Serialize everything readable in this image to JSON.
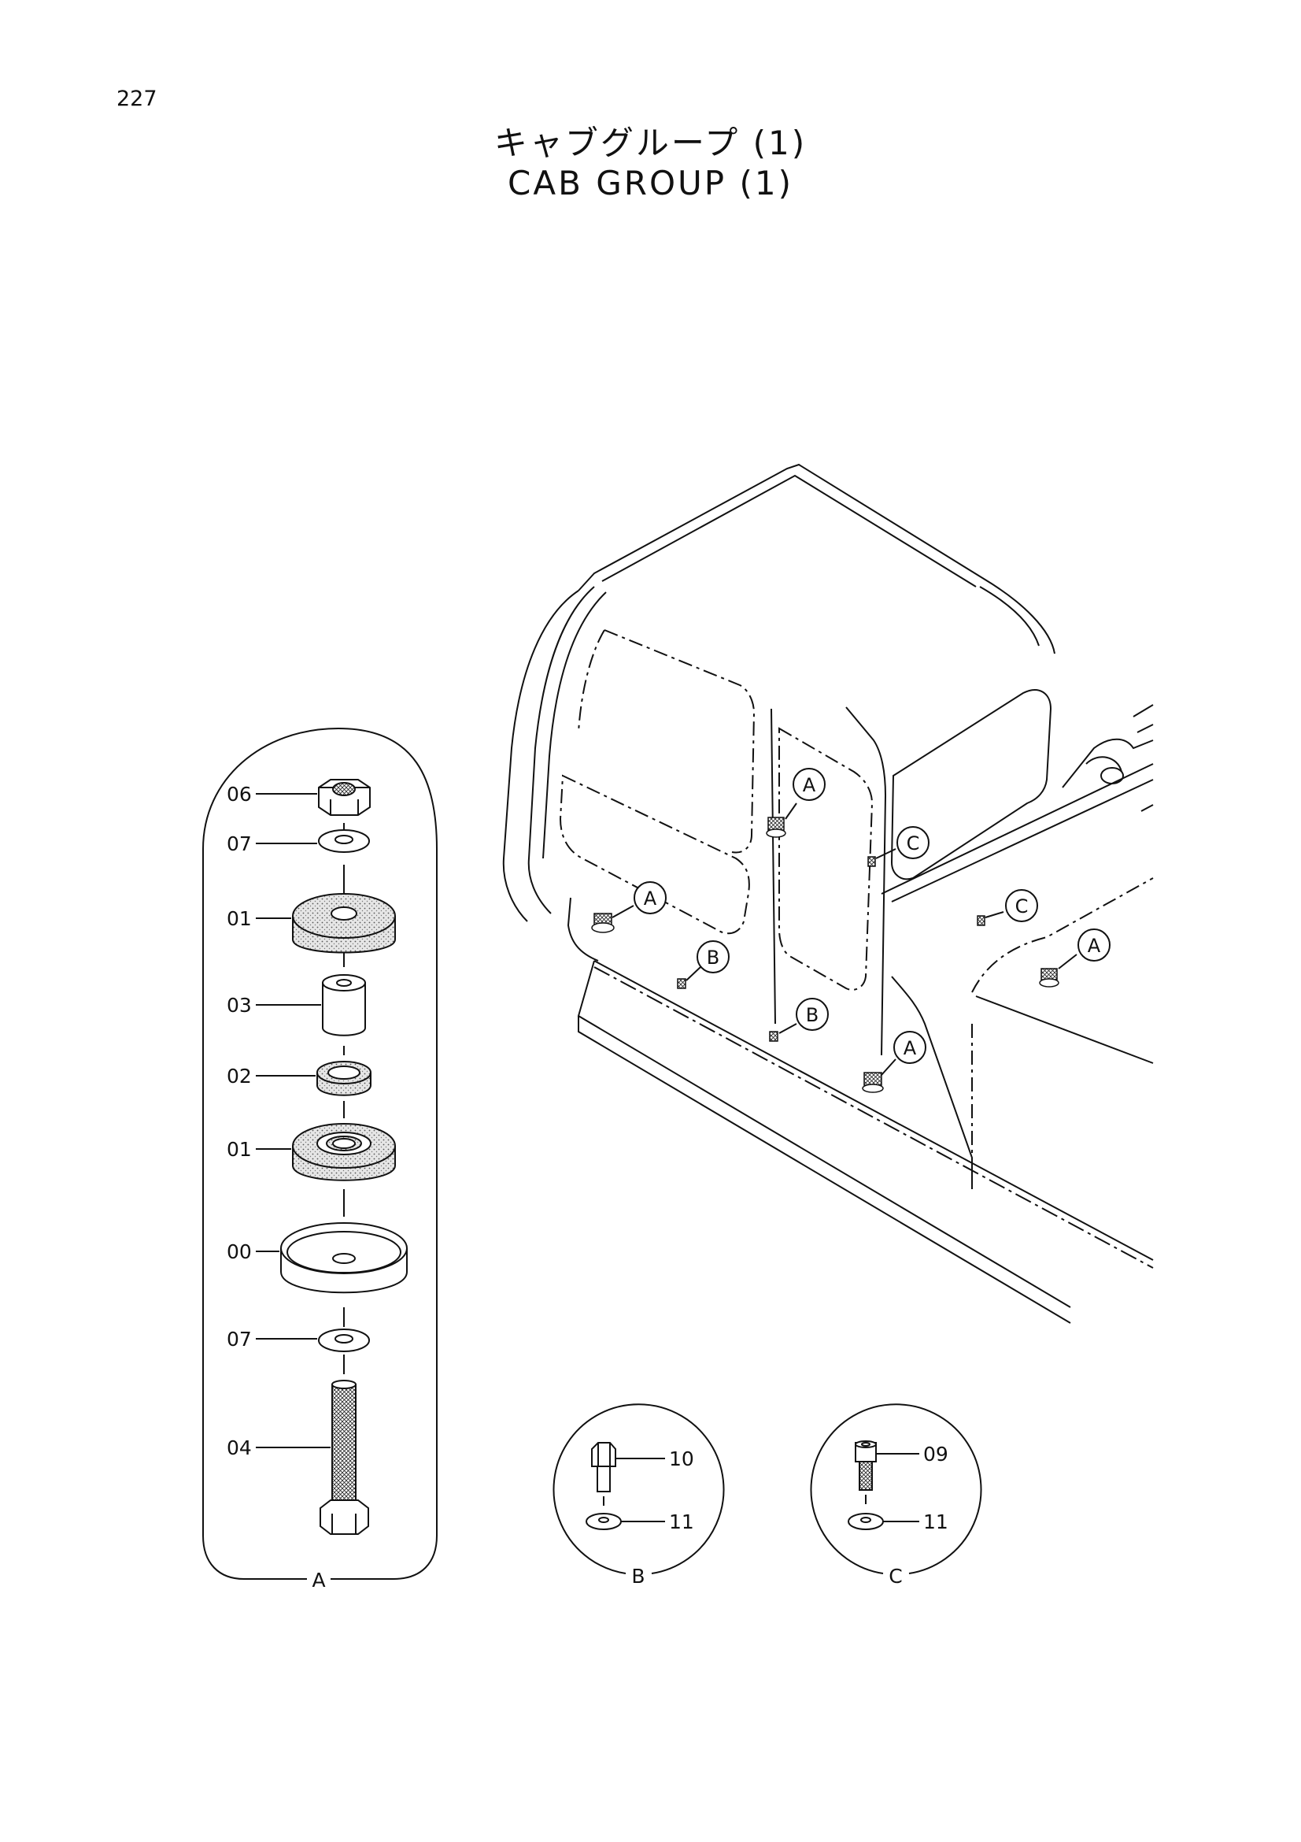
{
  "page_number": "227",
  "title_jp": "キャブグループ (1)",
  "title_en": "CAB GROUP (1)",
  "detail_a": {
    "name": "A",
    "parts": [
      {
        "no": "06",
        "name": "nut"
      },
      {
        "no": "07",
        "name": "washer"
      },
      {
        "no": "01",
        "name": "rubber cushion"
      },
      {
        "no": "03",
        "name": "collar"
      },
      {
        "no": "02",
        "name": "spacer ring"
      },
      {
        "no": "01",
        "name": "rubber cushion"
      },
      {
        "no": "00",
        "name": "cup"
      },
      {
        "no": "07",
        "name": "washer"
      },
      {
        "no": "04",
        "name": "bolt"
      }
    ]
  },
  "detail_b": {
    "name": "B",
    "parts": [
      {
        "no": "10",
        "name": "bolt"
      },
      {
        "no": "11",
        "name": "washer"
      }
    ]
  },
  "detail_c": {
    "name": "C",
    "parts": [
      {
        "no": "09",
        "name": "socket bolt"
      },
      {
        "no": "11",
        "name": "washer"
      }
    ]
  },
  "callouts": [
    "A",
    "A",
    "A",
    "A",
    "B",
    "B",
    "C",
    "C"
  ]
}
